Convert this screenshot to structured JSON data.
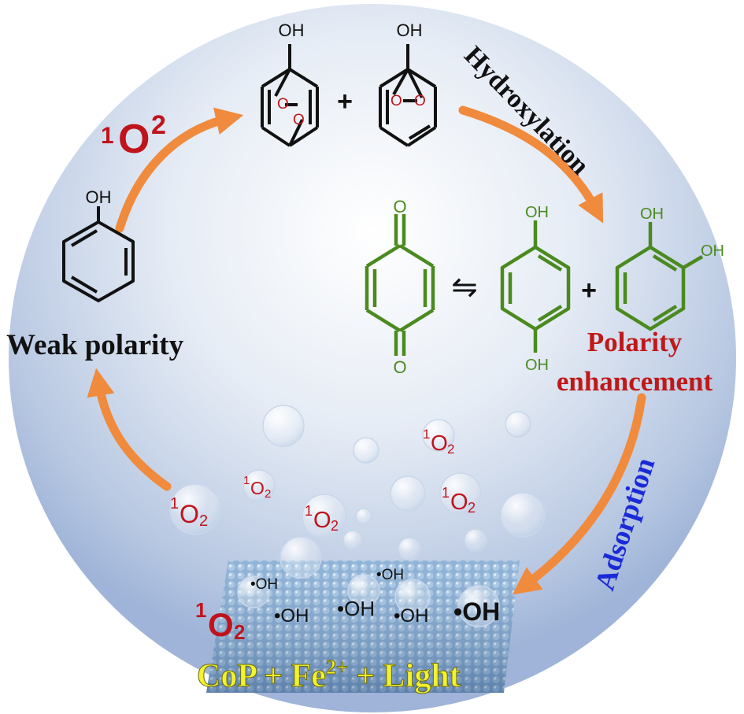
{
  "labels": {
    "oh": "OH",
    "o": "O",
    "plus": "+",
    "equilibrium": "⇋",
    "weak_polarity": "Weak polarity",
    "polarity": "Polarity",
    "enhancement": "enhancement",
    "hydroxylation": "Hydroxylation",
    "adsorption": "Adsorption",
    "singlet_prefix": "1",
    "singlet_core": "O",
    "singlet_sub": "2",
    "radical_oh": "•OH",
    "catalyst": "CoP + Fe",
    "catalyst_sup": "2+",
    "catalyst_tail": " + Light"
  },
  "colors": {
    "orange_arrow": "#f08a3c",
    "singlet_oxygen_red": "#c0141c",
    "product_green": "#4a8a1e",
    "polarity_red": "#c01818",
    "adsorption_blue": "#1a2ad8",
    "catalyst_yellow": "#f2f230",
    "catalyst_blue": "#8fb3d6"
  }
}
